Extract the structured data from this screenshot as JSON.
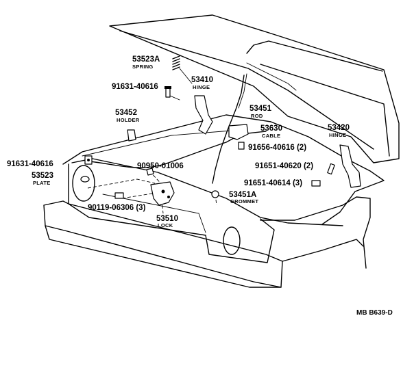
{
  "callouts": {
    "spring": {
      "number": "53523A",
      "name": "SPRING"
    },
    "bolt_hinge": {
      "number": "91631-40616"
    },
    "hinge_left": {
      "number": "53410",
      "name": "HINGE"
    },
    "holder": {
      "number": "53452",
      "name": "HOLDER"
    },
    "rod": {
      "number": "53451",
      "name": "ROD"
    },
    "cable": {
      "number": "53630",
      "name": "CABLE"
    },
    "bolt_cable": {
      "number": "91656-40616 (2)"
    },
    "hinge_right": {
      "number": "53420",
      "name": "HINGE"
    },
    "bolt_plate": {
      "number": "91631-40616"
    },
    "clip": {
      "number": "90950-01006"
    },
    "bolt_hinge_r": {
      "number": "91651-40620 (2)"
    },
    "plate": {
      "number": "53523",
      "name": "PLATE"
    },
    "bolt_hinge_r2": {
      "number": "91651-40614 (3)"
    },
    "grommet": {
      "number": "53451A",
      "name": "GROMMET"
    },
    "bolt_lock": {
      "number": "90119-06306 (3)"
    },
    "lock": {
      "number": "53510",
      "name": "LOCK"
    }
  },
  "figure_code": "MB  B639-D"
}
